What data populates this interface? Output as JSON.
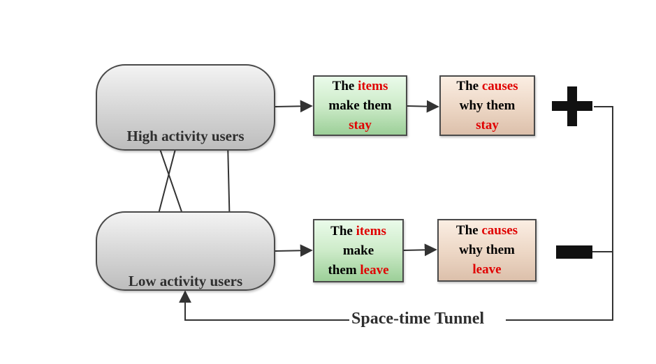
{
  "colors": {
    "red_dot": "#e01010",
    "blue_dot": "#3838e8",
    "highlight": "#e00000",
    "line": "#333333"
  },
  "groups": {
    "high": {
      "label": "High activity users"
    },
    "low": {
      "label": "Low activity users"
    }
  },
  "boxes": {
    "items_stay": {
      "pre": "The ",
      "hl": "items",
      "mid": " make them ",
      "hl2": "stay"
    },
    "causes_stay": {
      "pre": "The ",
      "hl": "causes",
      "mid": " why them ",
      "hl2": "stay"
    },
    "items_leave": {
      "pre": "The ",
      "hl": "items",
      "mid": " make them ",
      "hl2": "leave"
    },
    "causes_leave": {
      "pre": "The ",
      "hl": "causes",
      "mid": " why them ",
      "hl2": "leave"
    }
  },
  "signs": {
    "plus": "plus-sign",
    "minus": "minus-sign"
  },
  "tunnel": {
    "label": "Space-time Tunnel"
  }
}
